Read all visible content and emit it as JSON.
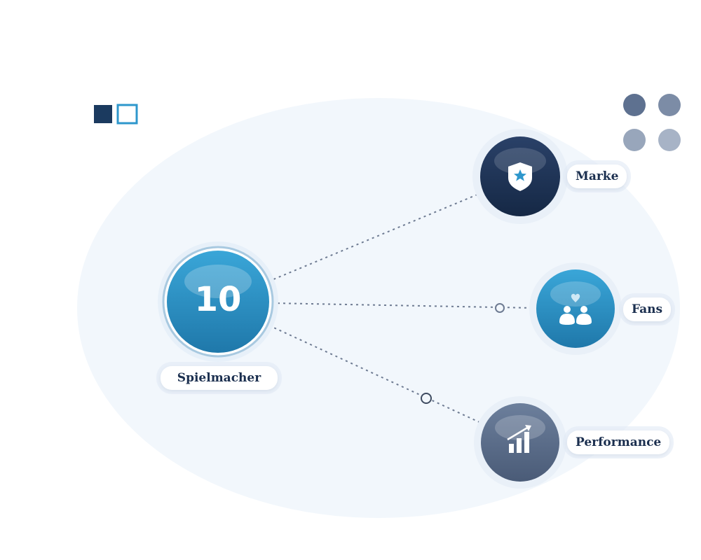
{
  "hub": {
    "number": "10",
    "label": "Spielmacher"
  },
  "nodes": [
    {
      "label": "Marke",
      "icon": "shield-star-icon"
    },
    {
      "label": "Fans",
      "icon": "people-heart-icon"
    },
    {
      "label": "Performance",
      "icon": "growth-chart-icon"
    }
  ],
  "colors": {
    "navy": "#1b2f4f",
    "blue": "#2e97cc",
    "slate": "#5b6d8a",
    "background_oval": "#f2f7fc",
    "connector": "#6e7b92"
  }
}
